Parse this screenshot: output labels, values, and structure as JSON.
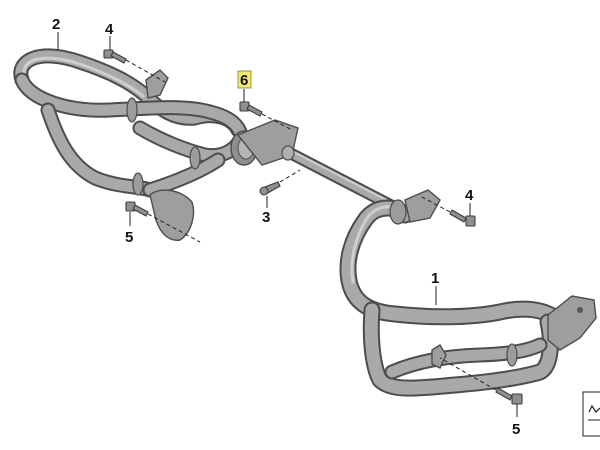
{
  "callouts": {
    "left_guard": "2",
    "right_guard": "1",
    "fastener_top": "4",
    "fastener_right": "4",
    "screw_left": "5",
    "screw_right": "5",
    "pin": "3",
    "highlighted_bolt": "6"
  },
  "colors": {
    "highlight": "#f2ec6a",
    "tube": "#a9a9a9",
    "outline": "#4d4d4d"
  },
  "icons": {
    "corner_badge": "diagram-type-icon"
  }
}
